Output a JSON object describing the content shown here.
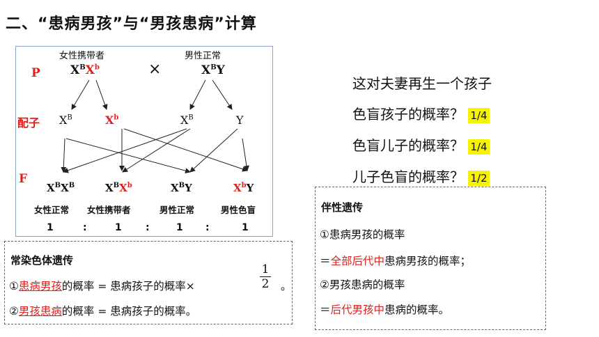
{
  "title": "二、“患病男孩”与“男孩患病”计算",
  "diagram": {
    "p_label": "P",
    "gamete_label": "配子",
    "f_label": "F",
    "mother_label": "女性携带者",
    "father_label": "男性正常",
    "mother_genotype": {
      "a": "X",
      "a_sup": "B",
      "b": "X",
      "b_sup": "b"
    },
    "father_genotype": {
      "a": "X",
      "a_sup": "B",
      "b": "Y"
    },
    "cross": "×",
    "gametes": [
      {
        "base": "X",
        "sup": "B"
      },
      {
        "base": "X",
        "sup": "b"
      },
      {
        "base": "X",
        "sup": "B"
      },
      {
        "base": "Y",
        "sup": ""
      }
    ],
    "offspring": [
      {
        "g1": "X",
        "s1": "B",
        "g2": "X",
        "s2": "B",
        "phenotype": "女性正常",
        "ratio": "1"
      },
      {
        "g1": "X",
        "s1": "B",
        "g2": "X",
        "s2": "b",
        "phenotype": "女性携带者",
        "ratio": "1"
      },
      {
        "g1": "X",
        "s1": "B",
        "g2": "Y",
        "s2": "",
        "phenotype": "男性正常",
        "ratio": "1"
      },
      {
        "g1": "X",
        "s1": "b",
        "g2": "Y",
        "s2": "",
        "phenotype": "男性色盲",
        "ratio": "1"
      }
    ],
    "colon": ":"
  },
  "questions": {
    "intro": "这对夫妻再生一个孩子",
    "items": [
      {
        "text": "色盲孩子的概率？",
        "answer": "1/4"
      },
      {
        "text": "色盲儿子的概率？",
        "answer": "1/4"
      },
      {
        "text": "儿子色盲的概率？",
        "answer": "1/2"
      }
    ]
  },
  "autosomal_box": {
    "title": "常染色体遗传",
    "line1": {
      "num": "①",
      "key": "患病男孩",
      "rest": "的概率 = 患病孩子的概率×",
      "frac_num": "1",
      "frac_den": "2",
      "end": "。"
    },
    "line2": {
      "num": "②",
      "key": "男孩患病",
      "rest": "的概率 = 患病孩子的概率。"
    }
  },
  "sexlinked_box": {
    "title": "伴性遗传",
    "line1": "①患病男孩的概率",
    "line2": {
      "prefix": "＝",
      "red": "全部后代中",
      "rest": "患病男孩的概率；"
    },
    "line3": "②男孩患病的概率",
    "line4": {
      "prefix": "＝",
      "red": "后代男孩中",
      "rest": "患病的概率。"
    }
  },
  "colors": {
    "accent_red": "#e0201c",
    "highlight": "#f6f300",
    "diagram_border": "#8aa4c8"
  }
}
